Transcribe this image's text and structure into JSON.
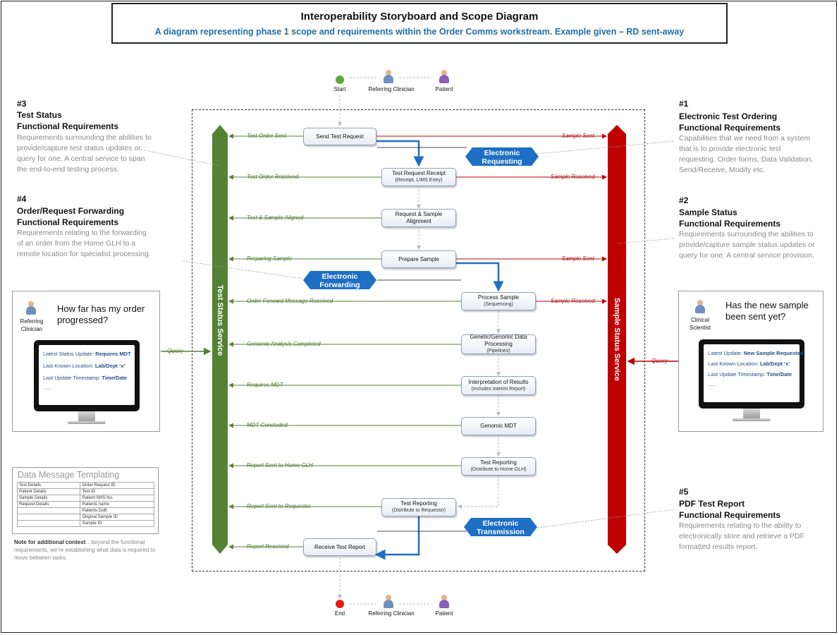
{
  "title": "Interoperability Storyboard and Scope Diagram",
  "subtitle": "A diagram representing phase 1 scope and requirements within the Order Comms workstream.  Example given – RD sent-away",
  "colors": {
    "green_bar": "#548235",
    "red_bar": "#c00000",
    "blue_tag": "#1f6fc5",
    "blue_flow": "#1f6fc5"
  },
  "top_actors": {
    "start": "Start",
    "clinician": "Referring Clinician",
    "patient": "Patient"
  },
  "bottom_actors": {
    "end": "End",
    "clinician": "Referring Clinician",
    "patient": "Patient"
  },
  "bars": {
    "left": "Test Status Service",
    "right": "Sample Status Service"
  },
  "steps": [
    {
      "title": "Send Test Request",
      "sub": ""
    },
    {
      "title": "Test Request Receipt",
      "sub": "(Receipt, LIMS Entry)"
    },
    {
      "title": "Request & Sample Alignment",
      "sub": ""
    },
    {
      "title": "Prepare Sample",
      "sub": ""
    },
    {
      "title": "Process Sample",
      "sub": "(Sequencing)"
    },
    {
      "title": "Genetic/Genomic Data Processing",
      "sub": "(Pipelines)"
    },
    {
      "title": "Interpretation of Results",
      "sub": "(Includes Interim Report)"
    },
    {
      "title": "Genomic MDT",
      "sub": ""
    },
    {
      "title": "Test Reporting",
      "sub": "(Distribute to Home GLH)"
    },
    {
      "title": "Test Reporting",
      "sub": "(Distribute to Requestor)"
    },
    {
      "title": "Receive Test Report",
      "sub": ""
    }
  ],
  "left_events": [
    "Test Order Sent",
    "Test Order Received",
    "Test & Sample Aligned",
    "Preparing Sample",
    "Order Forward Message Received",
    "Genomic Analysis Completed",
    "Requires MDT",
    "MDT Concluded",
    "Report Sent to Home GLH",
    "Report Sent to Requestor",
    "Report Received"
  ],
  "right_events": [
    "Sample Sent",
    "Sample Received",
    "Sample Sent",
    "Sample Received"
  ],
  "tags": {
    "requesting": [
      "Electronic",
      "Requesting"
    ],
    "forwarding": [
      "Electronic",
      "Forwarding"
    ],
    "transmission": [
      "Electronic",
      "Transmission"
    ]
  },
  "query_label": "Query",
  "annotations": {
    "a1": {
      "num": "#1",
      "head1": "Electronic Test Ordering",
      "head2": "Functional Requirements",
      "body": [
        "Capabilities that we need from a system",
        "that is to provide electronic test",
        "requesting.  Order forms, Data Validation,",
        "Send/Receive, Modify etc."
      ]
    },
    "a2": {
      "num": "#2",
      "head1": "Sample Status",
      "head2": "Functional Requirements",
      "body": [
        "Requirements surrounding the abilities to",
        "provide/capture sample status updates or",
        "query for one.  A central service provision."
      ]
    },
    "a3": {
      "num": "#3",
      "head1": "Test Status",
      "head2": "Functional Requirements",
      "body": [
        "Requirements surrounding the abilities to",
        "provide/capture test status updates or",
        "query for one.  A central service to span",
        "the end-to-end testing process."
      ]
    },
    "a4": {
      "num": "#4",
      "head1": "Order/Request Forwarding",
      "head2": "Functional Requirements",
      "body": [
        "Requirements relating to the forwarding",
        "of an order from the Home GLH to a",
        "remote location for specialist processing."
      ]
    },
    "a5": {
      "num": "#5",
      "head1": "PDF Test Report",
      "head2": "Functional Requirements",
      "body": [
        "Requirements relating to the ability to",
        "electronically store and retrieve a PDF",
        "formatted results report."
      ]
    }
  },
  "left_panel": {
    "person": [
      "Referring",
      "Clinician"
    ],
    "question": [
      "How far has my order",
      "progressed?"
    ],
    "lines": [
      {
        "label": "Latest Status Update:",
        "value": "Requires MDT"
      },
      {
        "label": "Last Known Location:",
        "value": "Lab/Dept ‘x’"
      },
      {
        "label": "Last Update Timestamp:",
        "value": "Time/Date"
      },
      {
        "label": "…..",
        "value": ""
      }
    ]
  },
  "right_panel": {
    "person": [
      "Clinical",
      "Scientist"
    ],
    "question": [
      "Has the new sample",
      "been sent yet?"
    ],
    "lines": [
      {
        "label": "Latest Update:",
        "value": "New Sample Requested"
      },
      {
        "label": "Last Known Location:",
        "value": "Lab/Dept ‘x’"
      },
      {
        "label": "Last Update Timestamp:",
        "value": "Time/Date"
      },
      {
        "label": "…..",
        "value": ""
      }
    ]
  },
  "template": {
    "title": "Data Message Templating",
    "rows": [
      [
        "Test Details",
        "Order Request ID"
      ],
      [
        "Patient Details",
        "Test ID"
      ],
      [
        "Sample Details",
        "Patient NHS No."
      ],
      [
        "Request Details",
        "Patients name"
      ],
      [
        "",
        "Patients DoB"
      ],
      [
        "",
        "Original Sample ID"
      ],
      [
        "",
        "Sample ID"
      ]
    ]
  },
  "note": {
    "bold": "Note for additional context",
    "text": "…beyond the functional requirements, we’re establishing what data is required to move between tasks."
  }
}
